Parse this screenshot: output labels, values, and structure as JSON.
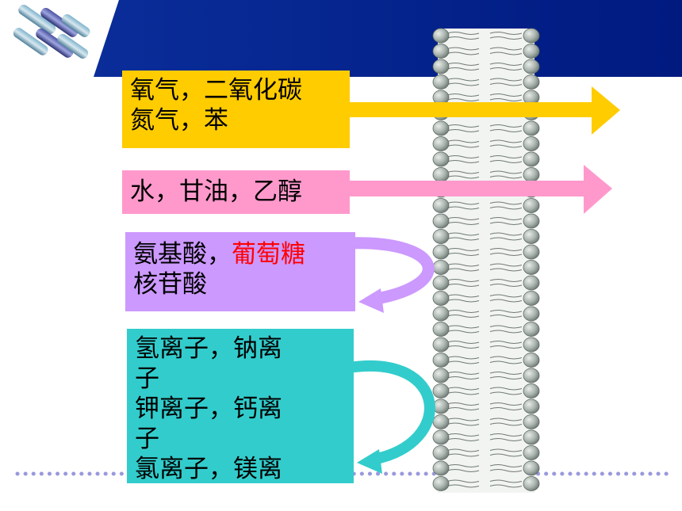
{
  "colors": {
    "header_navy": "#002288",
    "gas_box": "#ffcc00",
    "water_box": "#ff99cc",
    "amino_box": "#cc99ff",
    "ion_box": "#33cccc",
    "highlight_text": "#ff0000",
    "dotted_line": "#9999dd",
    "membrane_head": "#9aa59f"
  },
  "icons": {
    "logo": "striped-cylinders-logo",
    "membrane": "phospholipid-bilayer"
  },
  "boxes": {
    "gas": {
      "line1": "氧气，二氧化碳",
      "line2": "氮气，苯"
    },
    "water": {
      "line1": "水，甘油，乙醇"
    },
    "amino": {
      "line1_part1": "氨基酸，",
      "line1_highlight": "葡萄糖",
      "line2": "核苷酸"
    },
    "ions": {
      "lines": [
        "氢离子，钠离",
        "子",
        "钾离子，钙离",
        "子",
        "氯离子，镁离"
      ]
    }
  }
}
